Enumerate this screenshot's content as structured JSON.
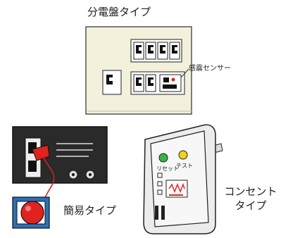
{
  "labels": {
    "panel_type": "分電盤タイプ",
    "sensor": "感震センサー",
    "simple_type": "簡易タイプ",
    "outlet_type_line1": "コンセント",
    "outlet_type_line2": "タイプ"
  },
  "outlet_device": {
    "reset_label": "リセット",
    "test_label": "テスト"
  },
  "colors": {
    "panel_bg": "#f3f0dc",
    "simple_device": "#2a2a2a",
    "outlet_body": "#ececec",
    "reset_led": "#3bb24a",
    "test_led": "#f2d21a",
    "ball": "#e0231f",
    "base": "#2e6fb5"
  },
  "icons": [
    "distribution-panel",
    "circuit-breaker",
    "seismic-sensor",
    "simple-seismic-device",
    "outlet-seismic-device",
    "power-plug"
  ]
}
